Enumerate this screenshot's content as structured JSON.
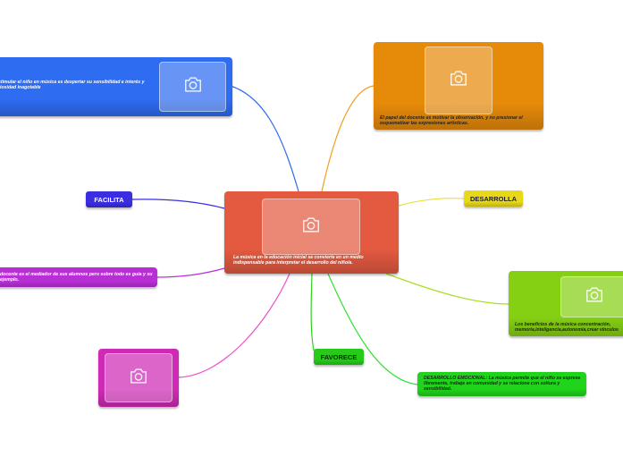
{
  "center": {
    "text": "La música en la educación inicial se convierte en un medio indispensable para interpretar el desarrollo del niño/a.",
    "photo_icon": "camera-icon"
  },
  "nodes": {
    "top_left": {
      "text": "stimular el niño en música es despertar su sensibilidad e interés y riosidad inagotable",
      "photo_icon": "camera-icon"
    },
    "top_right": {
      "text": "El papel del docente es motivar la observación, y no presionar el esquematizar las expresiones artísticas.",
      "photo_icon": "camera-icon"
    },
    "facilita": {
      "label": "FACILITA"
    },
    "desarrolla": {
      "label": "DESARROLLA"
    },
    "mediador": {
      "text": "docente es el mediador de sus alumnos pero sobre todo es guía y su ejemplo."
    },
    "beneficios": {
      "text": "Los beneficios de la música  concentración, memoria,inteligencia,autonomía,crear vínculos",
      "photo_icon": "camera-icon"
    },
    "magenta": {
      "photo_icon": "camera-icon"
    },
    "favorece": {
      "label": "FAVORECE"
    },
    "emocional": {
      "text": "DESARROLLO EMOCIONAL: La música permite que el niño se exprese libremente, trabaje en comunidad y se relacione con soltura y sensibilidad."
    }
  },
  "colors": {
    "center": "#e35a40",
    "top_left": "#2e6cf2",
    "top_right": "#e68a0a",
    "facilita": "#3a2ee0",
    "desarrolla": "#e8d817",
    "mediador": "#b92fd6",
    "beneficios": "#86d014",
    "magenta": "#cf2ab5",
    "favorece": "#27c91a",
    "emocional": "#1fd41a"
  }
}
